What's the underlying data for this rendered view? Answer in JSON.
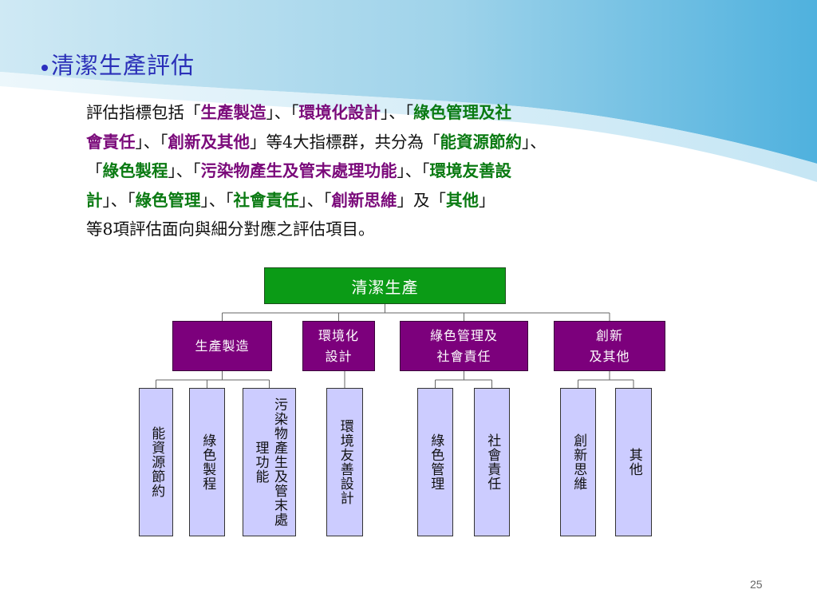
{
  "title": "清潔生產評估",
  "paragraph_lines": [
    [
      {
        "t": "評估指標包括「",
        "c": "n"
      },
      {
        "t": "生產製造",
        "c": "p"
      },
      {
        "t": "」、「",
        "c": "n"
      },
      {
        "t": "環境化設計",
        "c": "p"
      },
      {
        "t": "」、「",
        "c": "n"
      },
      {
        "t": "綠色管理及社",
        "c": "g"
      }
    ],
    [
      {
        "t": "會責任",
        "c": "p"
      },
      {
        "t": "」、「",
        "c": "n"
      },
      {
        "t": "創新及其他",
        "c": "p"
      },
      {
        "t": "」等4大指標群，共分為「",
        "c": "n"
      },
      {
        "t": "能資源節約",
        "c": "g"
      },
      {
        "t": "」、",
        "c": "n"
      }
    ],
    [
      {
        "t": "「",
        "c": "n"
      },
      {
        "t": "綠色製程",
        "c": "g"
      },
      {
        "t": "」、「",
        "c": "n"
      },
      {
        "t": "污染物產生及管末處理功能",
        "c": "p"
      },
      {
        "t": "」、「",
        "c": "n"
      },
      {
        "t": "環境友善設",
        "c": "g"
      }
    ],
    [
      {
        "t": "計",
        "c": "g"
      },
      {
        "t": "」、「",
        "c": "n"
      },
      {
        "t": "綠色管理",
        "c": "g"
      },
      {
        "t": "」、「",
        "c": "n"
      },
      {
        "t": "社會責任",
        "c": "g"
      },
      {
        "t": "」、「",
        "c": "n"
      },
      {
        "t": "創新思維",
        "c": "p"
      },
      {
        "t": "」及「",
        "c": "n"
      },
      {
        "t": "其他",
        "c": "g"
      },
      {
        "t": "」",
        "c": "n"
      }
    ],
    [
      {
        "t": "等8項評估面向與細分對應之評估項目。",
        "c": "n"
      }
    ]
  ],
  "diagram": {
    "root": "清潔生產",
    "categories": [
      {
        "label": "生產製造",
        "leaves": [
          "能資源節約",
          "綠色製程",
          "污染物產生及管末處理功能"
        ]
      },
      {
        "label": "環境化\n設計",
        "leaves": [
          "環境友善設計"
        ]
      },
      {
        "label": "綠色管理及\n社會責任",
        "leaves": [
          "綠色管理",
          "社會責任"
        ]
      },
      {
        "label": "創新\n及其他",
        "leaves": [
          "創新思維",
          "其他"
        ]
      }
    ]
  },
  "page_number": "25",
  "colors": {
    "title": "#2a2fb8",
    "root_fill": "#0b9b16",
    "category_fill": "#7c007c",
    "leaf_fill": "#ccccff",
    "highlight_green": "#0a7a12",
    "highlight_purple": "#7a0a7a"
  }
}
